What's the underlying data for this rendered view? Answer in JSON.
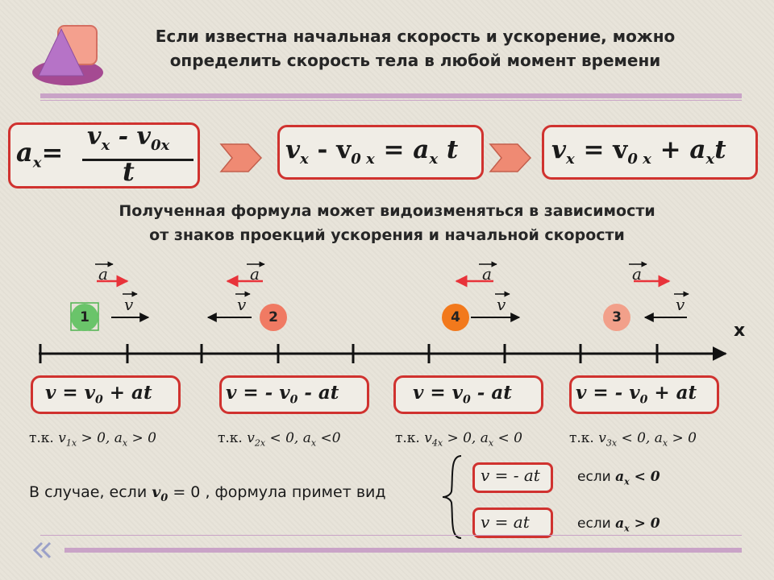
{
  "title": {
    "line1": "Если известна начальная скорость и ускорение, можно",
    "line2": "определить  скорость тела в любой момент времени"
  },
  "formulas": {
    "f1_lhs": "a",
    "f1_lhs_sub": "x",
    "f1_eq": "=",
    "f1_num": "v",
    "f1_num_sub": "x",
    "f1_minus": " - v",
    "f1_num_sub2": "0x",
    "f1_den": "t",
    "f2_v": "v",
    "f2_sub1": "x",
    "f2_mid": " - v",
    "f2_sub2": "0 x",
    "f2_eq": " = a",
    "f2_sub3": "x",
    "f2_t": " t",
    "f3_v": "v",
    "f3_sub1": "x",
    "f3_mid": " = v",
    "f3_sub2": "0 x",
    "f3_plus": " + a",
    "f3_sub3": "x",
    "f3_t": "t"
  },
  "subtitle": {
    "line1": "Полученная формула может видоизменяться в зависимости",
    "line2": "от  знаков  проекций  ускорения и  начальной скорости"
  },
  "vectors": {
    "a_label": "a",
    "v_label": "v",
    "axis_label": "x",
    "a_arrow_color": "#e8333a",
    "v_arrow_color": "#111111"
  },
  "bodies": [
    {
      "num": "1",
      "color": "#6ac46a"
    },
    {
      "num": "2",
      "color": "#f07a63"
    },
    {
      "num": "4",
      "color": "#f2791c"
    },
    {
      "num": "3",
      "color": "#f2a08a"
    }
  ],
  "cases": [
    {
      "formula": "v = v",
      "sub": "0",
      "rest": " + at",
      "cond_pre": "т.к. ",
      "cond_v": "v",
      "cond_vsub": "1x",
      "cond_mid": " > 0, ",
      "cond_a": "a",
      "cond_asub": "x",
      "cond_end": " > 0"
    },
    {
      "formula": "v = - v",
      "sub": "0",
      "rest": "  - at",
      "cond_pre": "т.к. ",
      "cond_v": "v",
      "cond_vsub": "2x",
      "cond_mid": " < 0, ",
      "cond_a": "a",
      "cond_asub": "x",
      "cond_end": " <0"
    },
    {
      "formula": "v = v",
      "sub": "0",
      "rest": "  - at",
      "cond_pre": "т.к. ",
      "cond_v": "v",
      "cond_vsub": "4x",
      "cond_mid": " > 0, ",
      "cond_a": "a",
      "cond_asub": "x",
      "cond_end": " < 0"
    },
    {
      "formula": "v = - v",
      "sub": "0",
      "rest": " + at",
      "cond_pre": "т.к. ",
      "cond_v": "v",
      "cond_vsub": "3x",
      "cond_mid": " < 0, ",
      "cond_a": "a",
      "cond_asub": "x",
      "cond_end": " > 0"
    }
  ],
  "bottom": {
    "text_pre": "В случае, если ",
    "text_v": "v",
    "text_vsub": "0",
    "text_post": " = 0 , формула примет вид",
    "case1_formula": "v = - at",
    "case1_cond_pre": "если ",
    "case1_cond_a": "a",
    "case1_cond_sub": "x",
    "case1_cond_end": " < 0",
    "case2_formula": "v =  at",
    "case2_cond_pre": "если ",
    "case2_cond_a": "a",
    "case2_cond_sub": "x",
    "case2_cond_end": " > 0"
  },
  "colors": {
    "accent_border": "#d0322f",
    "chevron": "#ef8a73",
    "rule": "#c9a3c7"
  }
}
